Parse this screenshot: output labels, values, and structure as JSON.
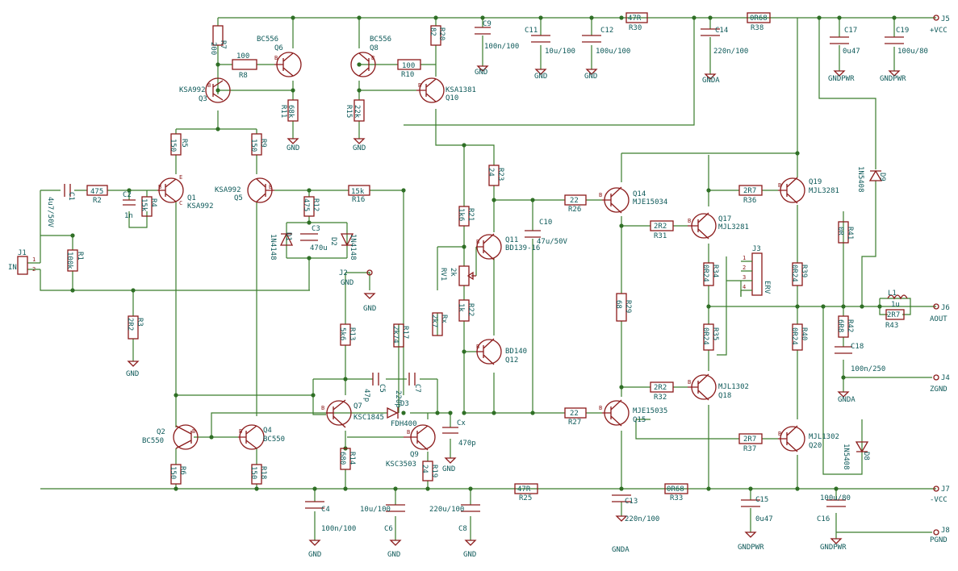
{
  "components": {
    "R1": [
      "R1",
      "100k"
    ],
    "R2": [
      "R2",
      "475"
    ],
    "R3": [
      "R3",
      "2R2"
    ],
    "R4": [
      "R4",
      "15k"
    ],
    "R5": [
      "R5",
      "150"
    ],
    "R6": [
      "R6",
      "150"
    ],
    "R7": [
      "R7",
      "200"
    ],
    "R8": [
      "R8",
      "100"
    ],
    "R9": [
      "R9",
      "150"
    ],
    "R10": [
      "R10",
      "100"
    ],
    "R11": [
      "R11",
      "68k"
    ],
    "R12": [
      "R12",
      "475"
    ],
    "R13": [
      "R13",
      "5k6"
    ],
    "R14": [
      "R14",
      "680"
    ],
    "R15": [
      "R15",
      "22k"
    ],
    "R16": [
      "R16",
      "15k"
    ],
    "R17": [
      "R17",
      "2k74"
    ],
    "R18": [
      "R18",
      "150"
    ],
    "R19": [
      "R19",
      "24"
    ],
    "R20": [
      "R20",
      "82"
    ],
    "R21": [
      "R21",
      "1k6"
    ],
    "R22": [
      "R22",
      "1k"
    ],
    "R23": [
      "R23",
      "24"
    ],
    "R25": [
      "R25",
      "47R"
    ],
    "R26": [
      "R26",
      "22"
    ],
    "R27": [
      "R27",
      "22"
    ],
    "R29": [
      "R29",
      "68"
    ],
    "R30": [
      "R30",
      "47R"
    ],
    "R31": [
      "R31",
      "2R2"
    ],
    "R32": [
      "R32",
      "2R2"
    ],
    "R33": [
      "R33",
      "0R68"
    ],
    "R34": [
      "R34",
      "0R24"
    ],
    "R35": [
      "R35",
      "0R24"
    ],
    "R36": [
      "R36",
      "2R7"
    ],
    "R37": [
      "R37",
      "2R7"
    ],
    "R38": [
      "R38",
      "0R68"
    ],
    "R39": [
      "R39",
      "0R24"
    ],
    "R40": [
      "R40",
      "0R24"
    ],
    "R41": [
      "R41",
      "0R"
    ],
    "R42": [
      "R42",
      "6R8"
    ],
    "R43": [
      "R43",
      "2R7"
    ],
    "RX": [
      "Rx",
      "2k7"
    ],
    "RV1": [
      "RV1",
      "2k"
    ],
    "C1": [
      "C1",
      "4u7/50V"
    ],
    "C2": [
      "C2",
      "1n"
    ],
    "C3": [
      "C3",
      "470u"
    ],
    "C4": [
      "C4",
      "100n/100"
    ],
    "C5": [
      "C5",
      "47p"
    ],
    "C6": [
      "C6",
      "10u/100"
    ],
    "C7": [
      "C7",
      "220p"
    ],
    "C8": [
      "C8",
      "220u/100"
    ],
    "C9": [
      "C9",
      "100n/100"
    ],
    "C10": [
      "C10",
      "47u/50V"
    ],
    "C11": [
      "C11",
      "10u/100"
    ],
    "C12": [
      "C12",
      "100u/100"
    ],
    "C13": [
      "C13",
      "220n/100"
    ],
    "C14": [
      "C14",
      "220n/100"
    ],
    "C15": [
      "C15",
      "0u47"
    ],
    "C16": [
      "C16",
      "100u/80"
    ],
    "C17": [
      "C17",
      "0u47"
    ],
    "C18": [
      "C18",
      "100n/250"
    ],
    "C19": [
      "C19",
      "100u/80"
    ],
    "CX": [
      "Cx",
      "470p"
    ],
    "D1": [
      "D1",
      "1N4148"
    ],
    "D2": [
      "D2",
      "1N4148"
    ],
    "D3": [
      "D3",
      "FDH400"
    ],
    "D8": [
      "D8",
      "1N5408"
    ],
    "D9": [
      "D9",
      "1N5408"
    ],
    "L1": [
      "L1",
      "1u"
    ],
    "Q1": [
      "Q1",
      "KSA992"
    ],
    "Q2": [
      "Q2",
      "BC550"
    ],
    "Q3": [
      "Q3",
      "KSA992"
    ],
    "Q4": [
      "Q4",
      "BC550"
    ],
    "Q5": [
      "Q5",
      "KSA992"
    ],
    "Q6": [
      "Q6",
      "BC556"
    ],
    "Q7": [
      "Q7",
      "KSC1845"
    ],
    "Q8": [
      "Q8",
      "BC556"
    ],
    "Q9": [
      "Q9",
      "KSC3503"
    ],
    "Q10": [
      "Q10",
      "KSA1381"
    ],
    "Q11": [
      "Q11",
      "BD139-16"
    ],
    "Q12": [
      "Q12",
      "BD140"
    ],
    "Q14": [
      "Q14",
      "MJE15034"
    ],
    "Q15": [
      "Q15",
      "MJE15035"
    ],
    "Q17": [
      "Q17",
      "MJL3281"
    ],
    "Q18": [
      "Q18",
      "MJL1302"
    ],
    "Q19": [
      "Q19",
      "MJL3281"
    ],
    "Q20": [
      "Q20",
      "MJL1302"
    ]
  },
  "connectors": {
    "J1": {
      "ref": "J1",
      "name": "IN",
      "pins": [
        "1",
        "2"
      ]
    },
    "J2": {
      "ref": "J2",
      "name": "GND"
    },
    "J3": {
      "ref": "J3",
      "name": "ERV",
      "pins": [
        "1",
        "2",
        "3",
        "4"
      ]
    },
    "J4": {
      "ref": "J4",
      "name": "ZGND"
    },
    "J5": {
      "ref": "J5",
      "name": "+VCC"
    },
    "J6": {
      "ref": "J6",
      "name": "AOUT"
    },
    "J7": {
      "ref": "J7",
      "name": "-VCC"
    },
    "J8": {
      "ref": "J8",
      "name": "PGND"
    }
  },
  "power": {
    "gnd": "GND",
    "gnda": "GNDA",
    "gndpwr": "GNDPWR"
  },
  "pins": {
    "b": "B",
    "c": "C",
    "e": "E",
    "n1": "1",
    "n2": "2",
    "n3": "3"
  },
  "colors": {
    "wire": "#3a7d2c",
    "component": "#8b1a1a",
    "text": "#0f5a5a",
    "background": "#ffffff"
  }
}
